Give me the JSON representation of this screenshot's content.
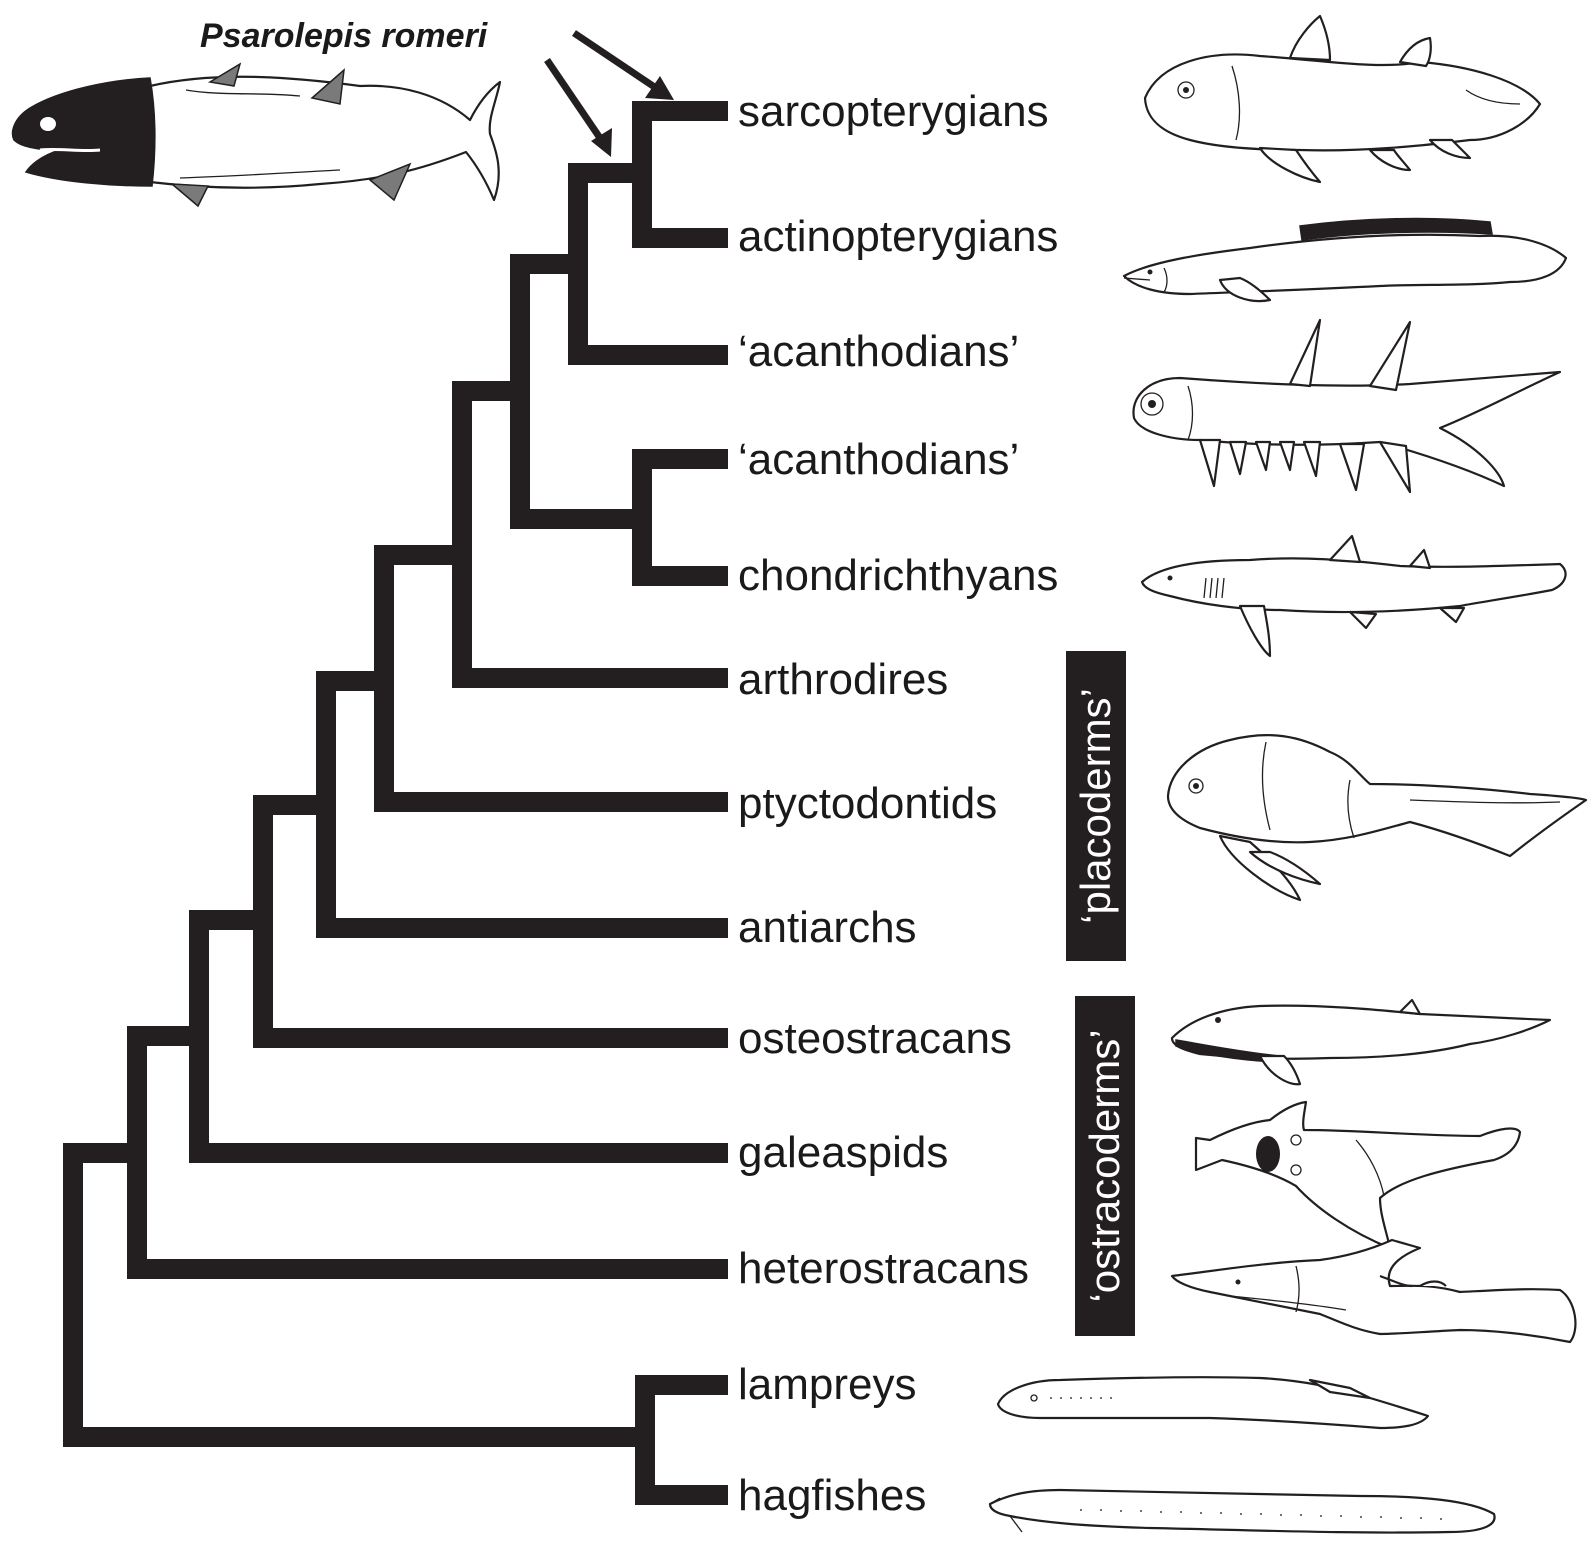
{
  "annotation": {
    "species": "Psarolepis romeri"
  },
  "taxa": [
    {
      "id": "sarcopterygians",
      "label": "sarcopterygians",
      "icon": "coelacanth-icon"
    },
    {
      "id": "actinopterygians",
      "label": "actinopterygians",
      "icon": "bichir-icon"
    },
    {
      "id": "acanthodians-1",
      "label": "‘acanthodians’",
      "icon": null
    },
    {
      "id": "acanthodians-2",
      "label": "‘acanthodians’",
      "icon": "acanthodian-icon"
    },
    {
      "id": "chondrichthyans",
      "label": "chondrichthyans",
      "icon": "shark-icon"
    },
    {
      "id": "arthrodires",
      "label": "arthrodires",
      "icon": null
    },
    {
      "id": "ptyctodontids",
      "label": "ptyctodontids",
      "icon": "ptyctodont-icon"
    },
    {
      "id": "antiarchs",
      "label": "antiarchs",
      "icon": null
    },
    {
      "id": "osteostracans",
      "label": "osteostracans",
      "icon": "osteostracan-icon"
    },
    {
      "id": "galeaspids",
      "label": "galeaspids",
      "icon": "galeaspid-icon"
    },
    {
      "id": "heterostracans",
      "label": "heterostracans",
      "icon": "heterostracan-icon"
    },
    {
      "id": "lampreys",
      "label": "lampreys",
      "icon": "lamprey-icon"
    },
    {
      "id": "hagfishes",
      "label": "hagfishes",
      "icon": "hagfish-icon"
    }
  ],
  "groups": [
    {
      "id": "placoderms",
      "label": "‘placoderms’",
      "members": [
        "arthrodires",
        "ptyctodontids",
        "antiarchs"
      ]
    },
    {
      "id": "ostracoderms",
      "label": "‘ostracoderms’",
      "members": [
        "osteostracans",
        "galeaspids",
        "heterostracans"
      ]
    }
  ],
  "tree": {
    "topology": "((hagfishes,lampreys),(heterostracans,(galeaspids,(osteostracans,(antiarchs,(ptyctodontids,(arthrodires,((chondrichthyans,'acanthodians'),('acanthodians',(actinopterygians,sarcopterygians))))))))))",
    "highlighted_nodes": [
      {
        "taxa": [
          "sarcopterygians",
          "actinopterygians"
        ],
        "annotated_by": "Psarolepis romeri"
      },
      {
        "taxa": [
          "sarcopterygians",
          "actinopterygians",
          "acanthodians-1"
        ],
        "annotated_by": "Psarolepis romeri"
      }
    ]
  },
  "colors": {
    "ink": "#231f20",
    "fin_grey": "#7a7a7a",
    "background": "#ffffff"
  }
}
